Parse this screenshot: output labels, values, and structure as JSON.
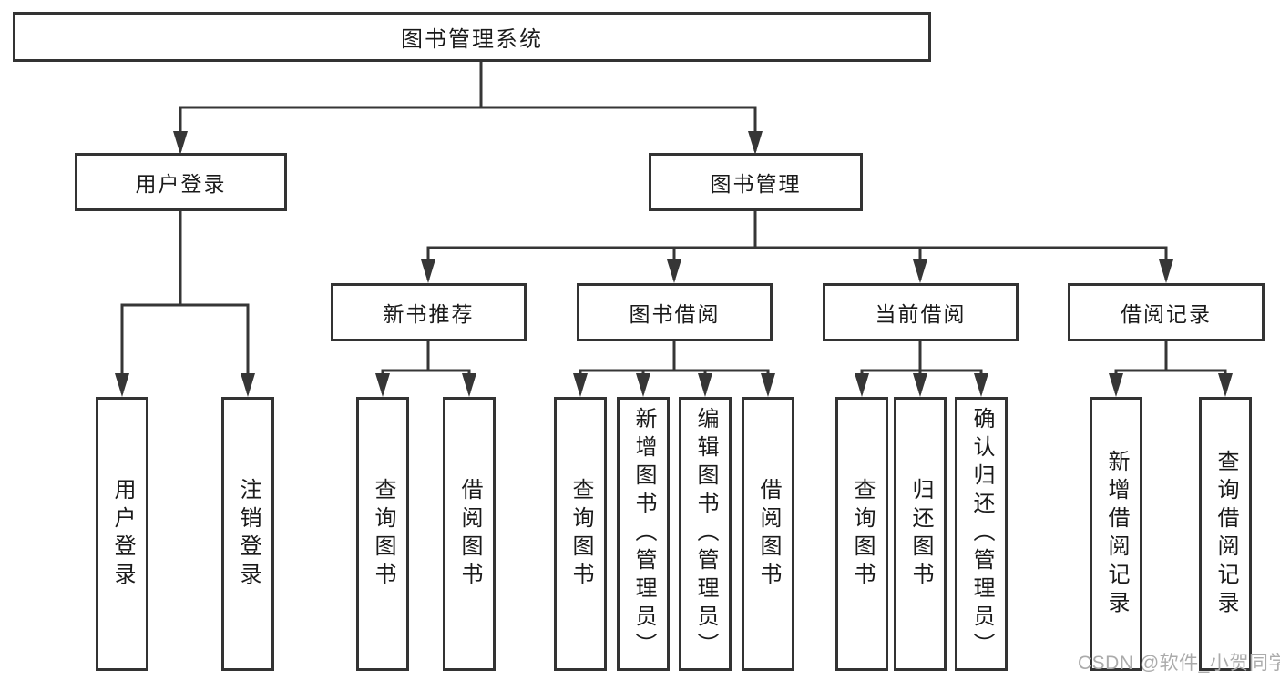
{
  "tree": {
    "root": {
      "label": "图书管理系统"
    },
    "children": [
      {
        "label": "用户登录",
        "children": [
          {
            "label": "用户登录"
          },
          {
            "label": "注销登录"
          }
        ]
      },
      {
        "label": "图书管理",
        "children": [
          {
            "label": "新书推荐",
            "children": [
              {
                "label": "查询图书"
              },
              {
                "label": "借阅图书"
              }
            ]
          },
          {
            "label": "图书借阅",
            "children": [
              {
                "label": "查询图书"
              },
              {
                "label": "新增图书（管理员）"
              },
              {
                "label": "编辑图书（管理员）"
              },
              {
                "label": "借阅图书"
              }
            ]
          },
          {
            "label": "当前借阅",
            "children": [
              {
                "label": "查询图书"
              },
              {
                "label": "归还图书"
              },
              {
                "label": "确认归还（管理员）"
              }
            ]
          },
          {
            "label": "借阅记录",
            "children": [
              {
                "label": "新增借阅记录"
              },
              {
                "label": "查询借阅记录"
              }
            ]
          }
        ]
      }
    ]
  },
  "watermark": {
    "text": "CSDN @软件_小贺同学"
  },
  "colors": {
    "background": "#ffffff",
    "line": "#363636",
    "box_border": "#333333",
    "text": "#1a1a1a",
    "watermark_text": "#ababab"
  }
}
